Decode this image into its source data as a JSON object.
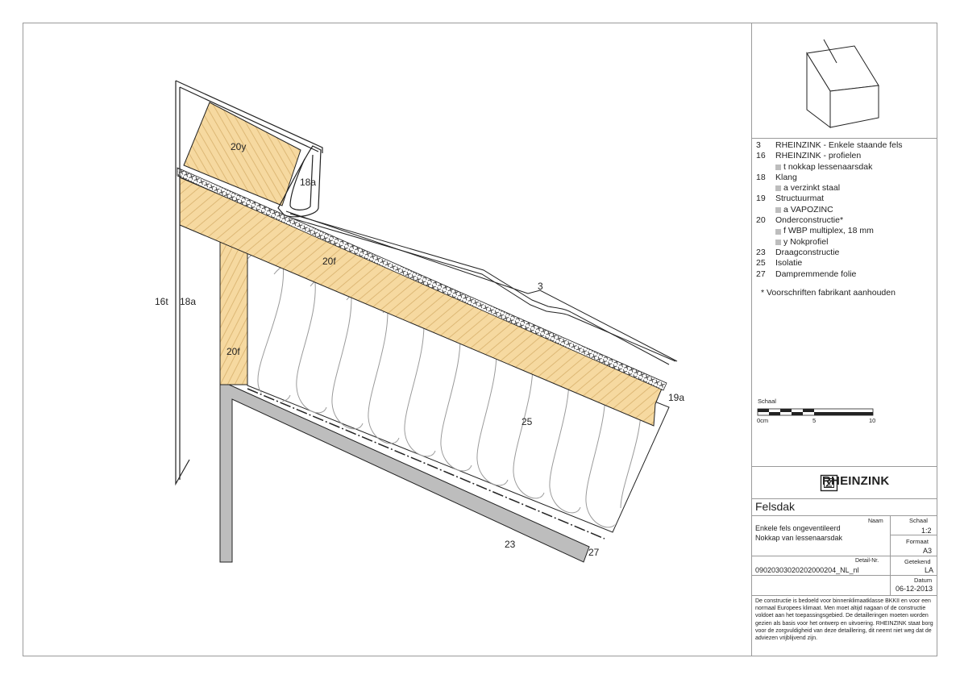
{
  "labels": {
    "l16t": "16t",
    "l18a_left": "18a",
    "l18a_clip": "18a",
    "l20y": "20y",
    "l20f_top": "20f",
    "l20f_side": "20f",
    "l3": "3",
    "l19a": "19a",
    "l25": "25",
    "l23": "23",
    "l27": "27"
  },
  "legend": {
    "items": [
      {
        "num": "3",
        "text": "RHEINZINK - Enkele staande fels"
      },
      {
        "num": "16",
        "text": "RHEINZINK - profielen"
      },
      {
        "sub": "t  nokkap lessenaarsdak"
      },
      {
        "num": "18",
        "text": "Klang"
      },
      {
        "sub": "a  verzinkt staal"
      },
      {
        "num": "19",
        "text": "Structuurmat"
      },
      {
        "sub": "a  VAPOZINC"
      },
      {
        "num": "20",
        "text": "Onderconstructie*"
      },
      {
        "sub": "f  WBP multiplex, 18 mm"
      },
      {
        "sub": "y  Nokprofiel"
      },
      {
        "num": "23",
        "text": "Draagconstructie"
      },
      {
        "num": "25",
        "text": "Isolatie"
      },
      {
        "num": "27",
        "text": "Dampremmende folie"
      }
    ],
    "note": "*  Voorschriften fabrikant aanhouden"
  },
  "scale_bar": {
    "title": "Schaal",
    "ticks": [
      "0cm",
      "5",
      "10"
    ]
  },
  "title_block": {
    "brand": "RHEINZINK",
    "project": "Felsdak",
    "naam_label": "Naam",
    "name_line1": "Enkele fels ongeventileerd",
    "name_line2": "Nokkap van lessenaarsdak",
    "schaal_label": "Schaal",
    "schaal_value": "1:2",
    "formaat_label": "Formaat",
    "formaat_value": "A3",
    "detail_label": "Detail-Nr.",
    "detail_value": "09020303020202000204_NL_nl",
    "getekend_label": "Getekend",
    "getekend_value": "LA",
    "datum_label": "Datum",
    "datum_value": "06-12-2013",
    "disclaimer": "De constructie is bedoeld voor binnenklimaatklasse BKKII en voor een normaal Europees klimaat. Men moet altijd nagaan of de constructie voldoet aan het toepassingsgebied. De detailleringen moeten worden gezien als basis voor het ontwerp en uitvoering. RHEINZINK staat borg voor de zorgvuldigheid van deze detaillering, dit neemt niet weg dat de adviezen vrijblijvend zijn."
  },
  "colors": {
    "wood": "#f6d9a0",
    "wood_line": "#c79d57",
    "line": "#222222",
    "gray_structure": "#bdbdbd"
  }
}
